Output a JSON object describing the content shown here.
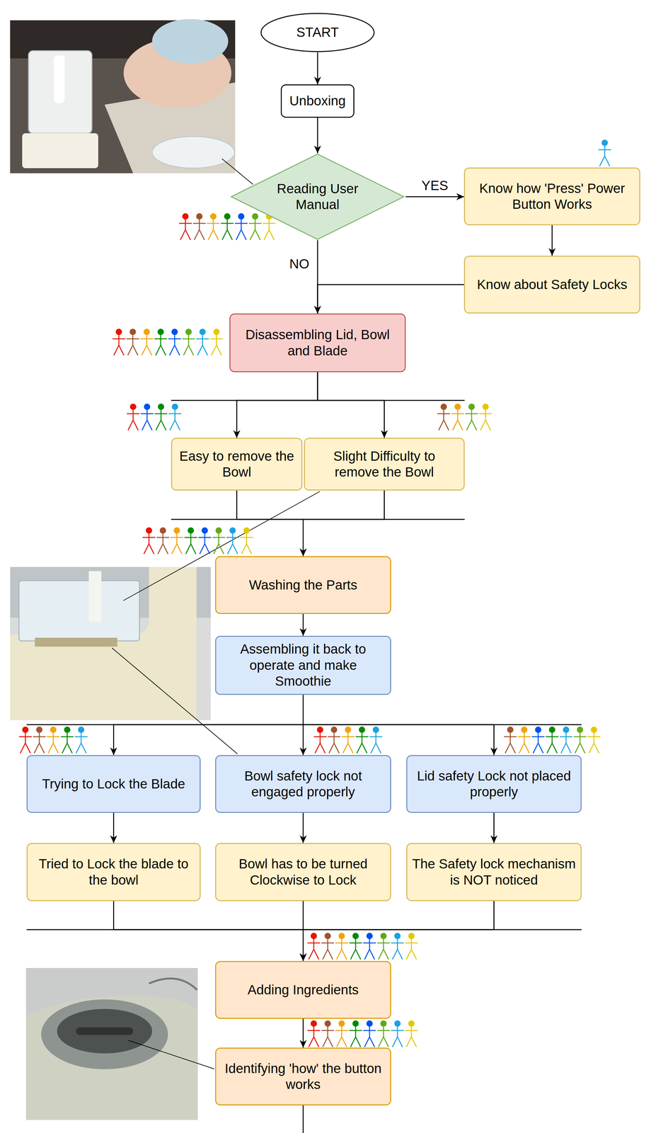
{
  "diagram": {
    "nodes": [
      {
        "text": [
          "START"
        ]
      },
      {
        "text": [
          "Unboxing"
        ]
      },
      {
        "text": [
          "Reading User Manual"
        ]
      },
      {
        "text": [
          "Know how 'Press' Power Button Works"
        ]
      },
      {
        "text": [
          "Know about Safety Locks"
        ]
      },
      {
        "text": [
          "Disassembling Lid, Bowl and Blade"
        ]
      },
      {
        "text": [
          "Easy to remove the Bowl"
        ]
      },
      {
        "text": [
          "Slight Difficulty to remove the Bowl"
        ]
      },
      {
        "text": [
          "Washing the Parts"
        ]
      },
      {
        "text": [
          "Assembling it back to operate and make Smoothie"
        ]
      },
      {
        "text": [
          "Trying to Lock the Blade"
        ]
      },
      {
        "text": [
          "Bowl safety lock not engaged properly"
        ]
      },
      {
        "text": [
          "Lid safety Lock not placed properly"
        ]
      },
      {
        "text": [
          "Tried to Lock the blade to the bowl"
        ]
      },
      {
        "text": [
          "Bowl has to be turned Clockwise to Lock"
        ]
      },
      {
        "text": [
          "The Safety lock mechanism is NOT noticed"
        ]
      },
      {
        "text": [
          "Adding Ingredients"
        ]
      },
      {
        "text": [
          "Identifying 'how' the button works"
        ]
      }
    ],
    "edges": [
      {
        "from": 0,
        "to": 1,
        "arrow": "to"
      },
      {
        "from": 1,
        "to": 2,
        "arrow": "to"
      },
      {
        "from": 2,
        "to": 3,
        "label": "YES",
        "arrow": "to"
      },
      {
        "from": 2,
        "to": 5,
        "label": "NO",
        "arrow": "to"
      },
      {
        "from": 3,
        "to": 4,
        "arrow": "to"
      },
      {
        "from": 4,
        "to": 5,
        "arrow": "to"
      },
      {
        "from": 5,
        "to": 6,
        "arrow": "to"
      },
      {
        "from": 5,
        "to": 7,
        "arrow": "to"
      },
      {
        "from": 6,
        "to": 8,
        "arrow": "to"
      },
      {
        "from": 7,
        "to": 8,
        "arrow": "to"
      },
      {
        "from": 8,
        "to": 9,
        "arrow": "to"
      },
      {
        "from": 9,
        "to": 10,
        "arrow": "to"
      },
      {
        "from": 9,
        "to": 11,
        "arrow": "to"
      },
      {
        "from": 9,
        "to": 12,
        "arrow": "to"
      },
      {
        "from": 10,
        "to": 13,
        "arrow": "to"
      },
      {
        "from": 11,
        "to": 14,
        "arrow": "to"
      },
      {
        "from": 12,
        "to": 15,
        "arrow": "to"
      },
      {
        "from": 13,
        "to": 16,
        "arrow": "to"
      },
      {
        "from": 14,
        "to": 16,
        "arrow": "to"
      },
      {
        "from": 15,
        "to": 16,
        "arrow": "to"
      },
      {
        "from": 16,
        "to": 17,
        "arrow": "to"
      }
    ]
  }
}
